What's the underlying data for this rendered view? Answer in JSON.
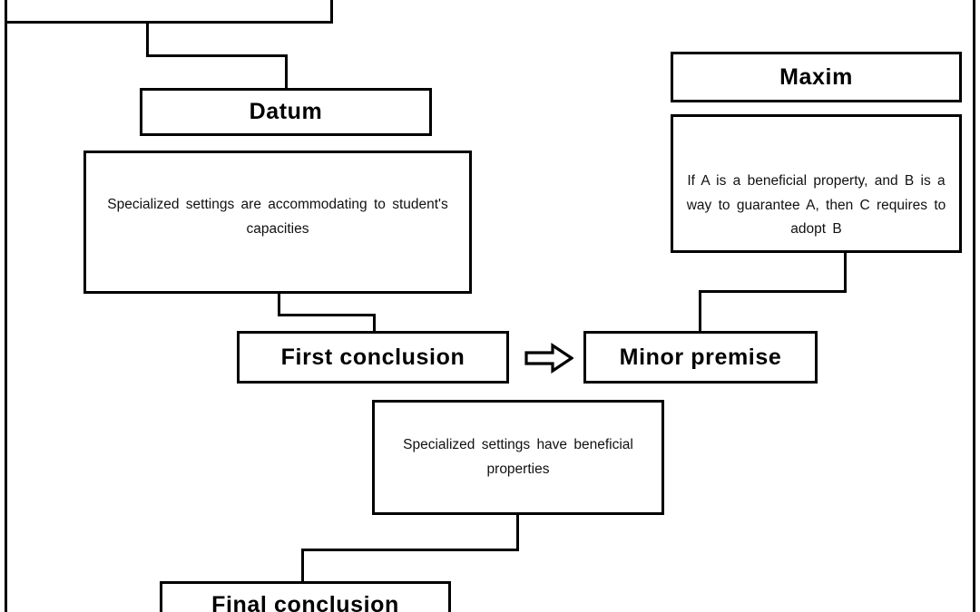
{
  "diagram": {
    "type": "argument-scheme-flowchart",
    "nodes": {
      "top_partial": {
        "label": ""
      },
      "datum_title": {
        "label": "Datum"
      },
      "datum_body": {
        "label": "Specialized   settings  are  accommodating to student's   capacities"
      },
      "first_conclusion": {
        "label": "First conclusion"
      },
      "maxim_title": {
        "label": "Maxim"
      },
      "maxim_body": {
        "label": "If A is a beneficial   property,   and  B is  a  way  to guarantee   A, then  C requires   to adopt  B"
      },
      "minor_premise": {
        "label": "Minor premise"
      },
      "minor_premise_body": {
        "label": "Specialized    settings  have beneficial   properties"
      },
      "final_conclusion": {
        "label": "Final conclusion"
      }
    },
    "arrow": {
      "name": "implies-arrow",
      "glyph": "right-block-arrow"
    },
    "colors": {
      "stroke": "#000000",
      "fill": "#ffffff",
      "text": "#000000"
    }
  }
}
